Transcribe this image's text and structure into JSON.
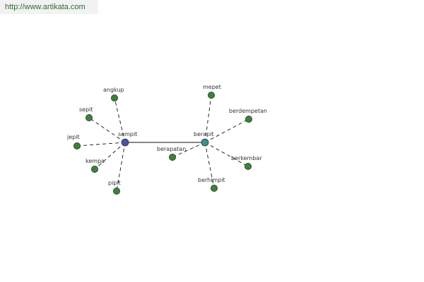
{
  "source_link": "http://www.artikata.com",
  "graph": {
    "colors": {
      "center_node": "#4a52a6",
      "secondary_center_node": "#3f8f8c",
      "leaf_node": "#3f7f3f",
      "edge": "#111111",
      "label": "#333333"
    },
    "nodes": [
      {
        "id": "sempit",
        "label": "sempit",
        "kind": "center"
      },
      {
        "id": "berapit",
        "label": "berapit",
        "kind": "secondary"
      },
      {
        "id": "angkup",
        "label": "angkup",
        "kind": "leaf"
      },
      {
        "id": "sepit",
        "label": "sepit",
        "kind": "leaf"
      },
      {
        "id": "jepit",
        "label": "jepit",
        "kind": "leaf"
      },
      {
        "id": "kempa",
        "label": "kempa",
        "kind": "leaf"
      },
      {
        "id": "pipit",
        "label": "pipit",
        "kind": "leaf"
      },
      {
        "id": "mepet",
        "label": "mepet",
        "kind": "leaf"
      },
      {
        "id": "berdempetan",
        "label": "berdempetan",
        "kind": "leaf"
      },
      {
        "id": "berapatan",
        "label": "berapatan",
        "kind": "leaf"
      },
      {
        "id": "berkembar",
        "label": "berkembar",
        "kind": "leaf"
      },
      {
        "id": "berhimpit",
        "label": "berhimpit",
        "kind": "leaf"
      }
    ],
    "edges": [
      {
        "from": "sempit",
        "to": "berapit",
        "style": "solid"
      },
      {
        "from": "sempit",
        "to": "angkup",
        "style": "dashed"
      },
      {
        "from": "sempit",
        "to": "sepit",
        "style": "dashed"
      },
      {
        "from": "sempit",
        "to": "jepit",
        "style": "dashed"
      },
      {
        "from": "sempit",
        "to": "kempa",
        "style": "dashed"
      },
      {
        "from": "sempit",
        "to": "pipit",
        "style": "dashed"
      },
      {
        "from": "berapit",
        "to": "mepet",
        "style": "dashed"
      },
      {
        "from": "berapit",
        "to": "berdempetan",
        "style": "dashed"
      },
      {
        "from": "berapit",
        "to": "berapatan",
        "style": "dashed"
      },
      {
        "from": "berapit",
        "to": "berkembar",
        "style": "dashed"
      },
      {
        "from": "berapit",
        "to": "berhimpit",
        "style": "dashed"
      }
    ]
  }
}
